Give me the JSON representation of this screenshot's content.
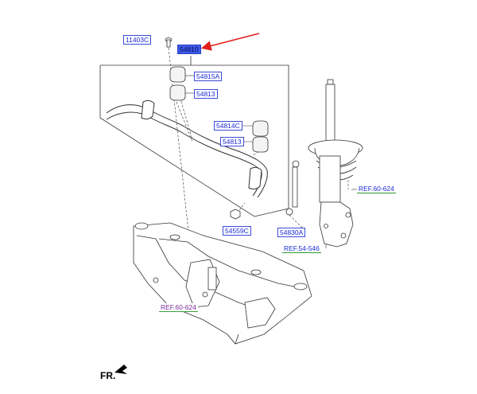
{
  "callouts": {
    "bolt_11403c": "11403C",
    "stabilizer_bar_assy_54810": "54810",
    "bushing_54815a": "54815A",
    "bushing_54813_upper": "54813",
    "bracket_54814c": "54814C",
    "bushing_54813_lower": "54813",
    "nut_54559c": "54559C",
    "link_54830a": "54830A"
  },
  "references": {
    "ref_60_624_right": "REF.60-624",
    "ref_54_546": "REF.54-546",
    "ref_60_624_left": "REF.60-624"
  },
  "direction_label": "FR.",
  "colors": {
    "callout_text": "#1a2bd6",
    "callout_highlight": "#3d5be8",
    "arrow": "#e0201c",
    "ref_underline": "#2f9a2f",
    "line_art": "#333333"
  }
}
